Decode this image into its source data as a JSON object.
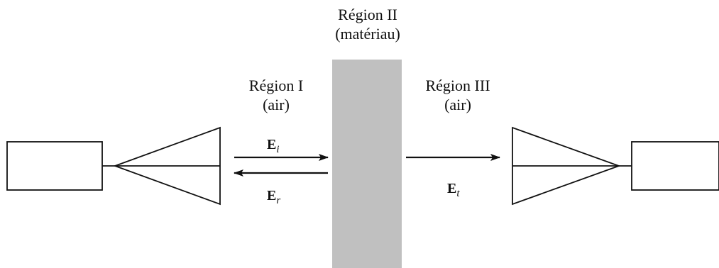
{
  "colors": {
    "ink": "#111111",
    "material": "#c0c0c0",
    "background": "#ffffff"
  },
  "regions": {
    "region1": {
      "name": "Région I",
      "medium": "(air)"
    },
    "region2": {
      "name": "Région II",
      "medium": "(matériau)"
    },
    "region3": {
      "name": "Région III",
      "medium": "(air)"
    }
  },
  "fields": {
    "incident": {
      "symbol": "E",
      "subscript": "i"
    },
    "reflected": {
      "symbol": "E",
      "subscript": "r"
    },
    "transmitted": {
      "symbol": "E",
      "subscript": "t"
    }
  }
}
